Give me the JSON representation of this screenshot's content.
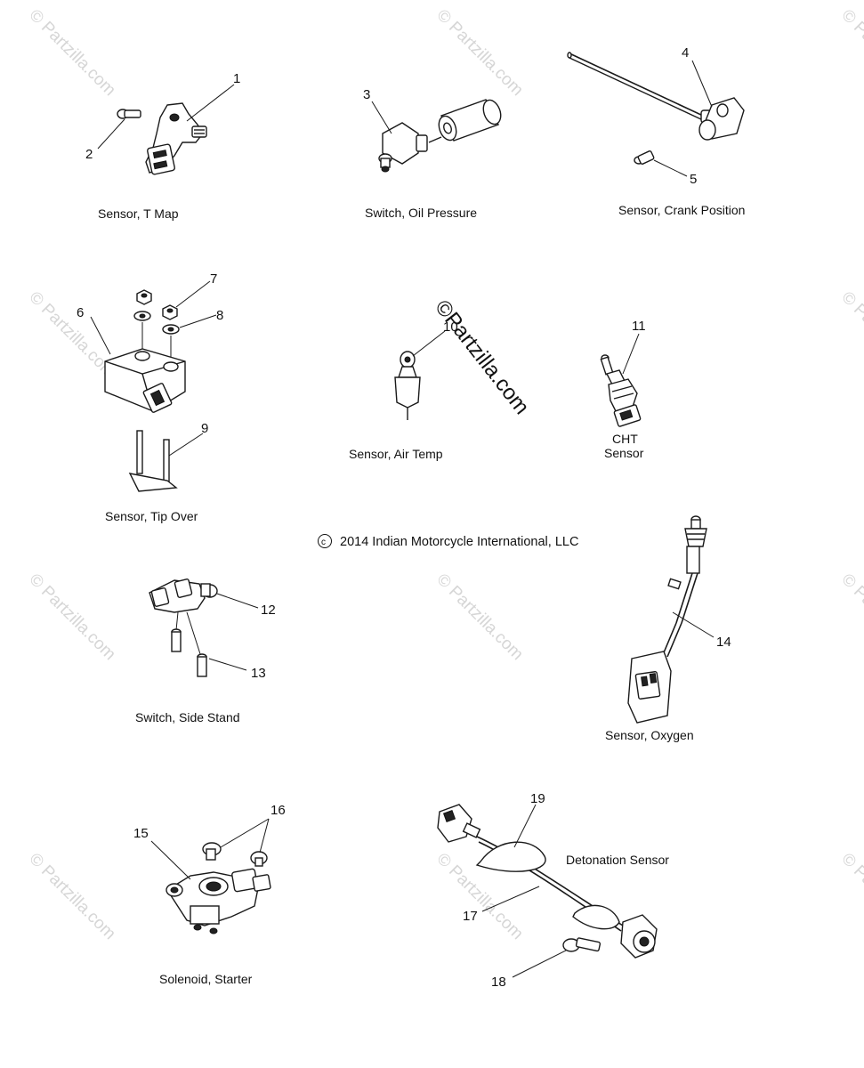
{
  "captions": {
    "tmap": "Sensor, T Map",
    "oil": "Switch, Oil Pressure",
    "crank": "Sensor, Crank Position",
    "tipover": "Sensor, Tip Over",
    "airtemp": "Sensor, Air Temp",
    "cht_line1": "CHT",
    "cht_line2": "Sensor",
    "sidestand": "Switch, Side Stand",
    "oxygen": "Sensor, Oxygen",
    "solenoid": "Solenoid, Starter",
    "detonation": "Detonation Sensor"
  },
  "copyright": "2014 Indian Motorcycle International, LLC",
  "watermark": {
    "center": "©Partzilla.com",
    "tile": "© Partzilla.com"
  },
  "callouts": {
    "c1": "1",
    "c2": "2",
    "c3": "3",
    "c4": "4",
    "c5": "5",
    "c6": "6",
    "c7": "7",
    "c8": "8",
    "c9": "9",
    "c10": "10",
    "c11": "11",
    "c12": "12",
    "c13": "13",
    "c14": "14",
    "c15": "15",
    "c16": "16",
    "c17": "17",
    "c18": "18",
    "c19": "19"
  }
}
